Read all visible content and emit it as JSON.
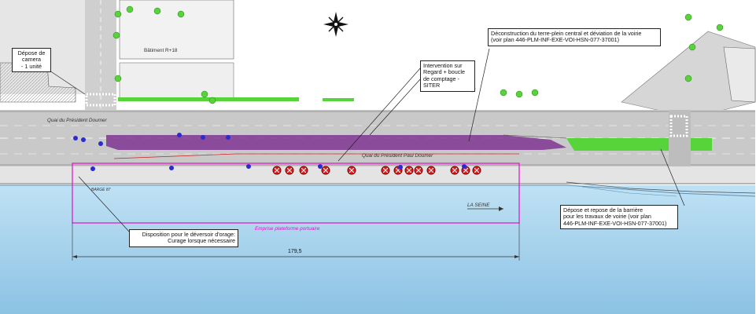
{
  "labels": {
    "building": "Bâtiment R+18",
    "street_upper": "Quai du Président Doumer",
    "street_lower": "Quai du Président Paul Doumer",
    "platform": "Emprise plateforme portuaire",
    "river": "LA SEINE",
    "dimension": "179,5",
    "small_tag": "BARGE 87"
  },
  "callouts": {
    "camera": "Dépose de\ncamera\n- 1 unité",
    "regard": "Intervention sur\nRegard + boucle\nde comptage -\nSITER",
    "terreplein": "Déconstruction du terre-plein central et déviation de la voirie\n(voir plan 446-PLM-INF-EXE-VOI-HSN-077-37001)",
    "barriere": "Dépose et repose de la barrière\npour les travaux de voirie (voir plan\n446-PLM-INF-EXE-VOI-HSN-077-37001)",
    "deversoir": "Disposition pour le déversoir d'orage:\nCurage lorsque nécessaire"
  },
  "icons": [
    "north-arrow-icon",
    "tree-icon",
    "removal-marker-icon",
    "blue-point-icon"
  ],
  "colors": {
    "water": "#a8d3ec",
    "road": "#c9c9c9",
    "deviation": "#7b2c8e",
    "platform_outline": "#e010c8",
    "green": "#57d43a",
    "removal": "#e01e1e",
    "blue_marker": "#2b2bd1"
  }
}
